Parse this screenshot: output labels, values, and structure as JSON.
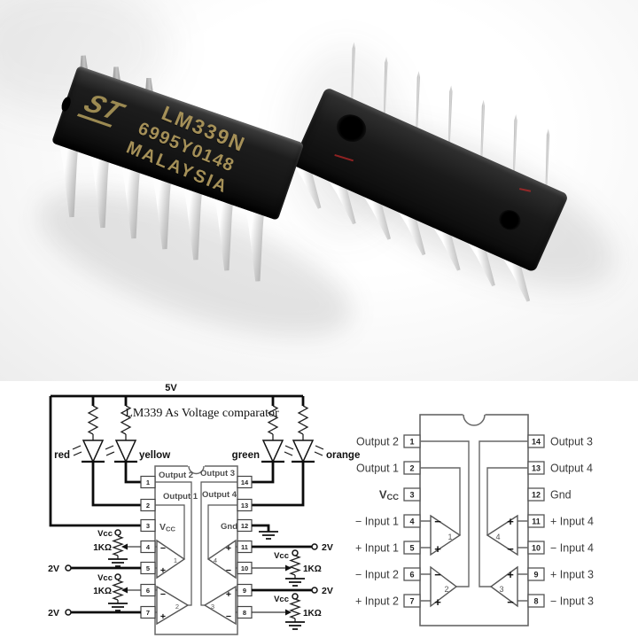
{
  "photo": {
    "chip_front": {
      "brand": "ST",
      "marking_line1": "LM339N",
      "marking_line2": "6995Y0148",
      "marking_line3": "MALAYSIA"
    }
  },
  "schematic": {
    "supply_label": "5V",
    "title": "LM339 As Voltage comparator",
    "led_labels": [
      "red",
      "yellow",
      "green",
      "orange"
    ],
    "vcc_label": "Vcc",
    "pot_label": "1KΩ",
    "ref_label": "2V",
    "ic": {
      "inner_labels": {
        "output2": "Output 2",
        "output1": "Output 1",
        "vcc": "VCC",
        "output3": "Output 3",
        "output4": "Output 4",
        "gnd": "Gnd"
      },
      "pins_left": [
        "1",
        "2",
        "3",
        "4",
        "5",
        "6",
        "7"
      ],
      "pins_right": [
        "14",
        "13",
        "12",
        "11",
        "10",
        "9",
        "8"
      ],
      "comp_numbers": [
        "1",
        "2",
        "4",
        "3"
      ],
      "minus": "−",
      "plus": "+"
    }
  },
  "pinout": {
    "rows": [
      {
        "left_label": "Output 2",
        "left_pin": "1",
        "right_pin": "14",
        "right_label": "Output 3"
      },
      {
        "left_label": "Output 1",
        "left_pin": "2",
        "right_pin": "13",
        "right_label": "Output 4"
      },
      {
        "left_label": "VCC",
        "left_pin": "3",
        "right_pin": "12",
        "right_label": "Gnd"
      },
      {
        "left_label": "− Input 1",
        "left_pin": "4",
        "right_pin": "11",
        "right_label": "+ Input 4"
      },
      {
        "left_label": "+ Input 1",
        "left_pin": "5",
        "right_pin": "10",
        "right_label": "− Input 4"
      },
      {
        "left_label": "− Input 2",
        "left_pin": "6",
        "right_pin": "9",
        "right_label": "+ Input 3"
      },
      {
        "left_label": "+ Input 2",
        "left_pin": "7",
        "right_pin": "8",
        "right_label": "− Input 3"
      }
    ],
    "comp_numbers": [
      "1",
      "2",
      "4",
      "3"
    ],
    "minus": "−",
    "plus": "+"
  }
}
